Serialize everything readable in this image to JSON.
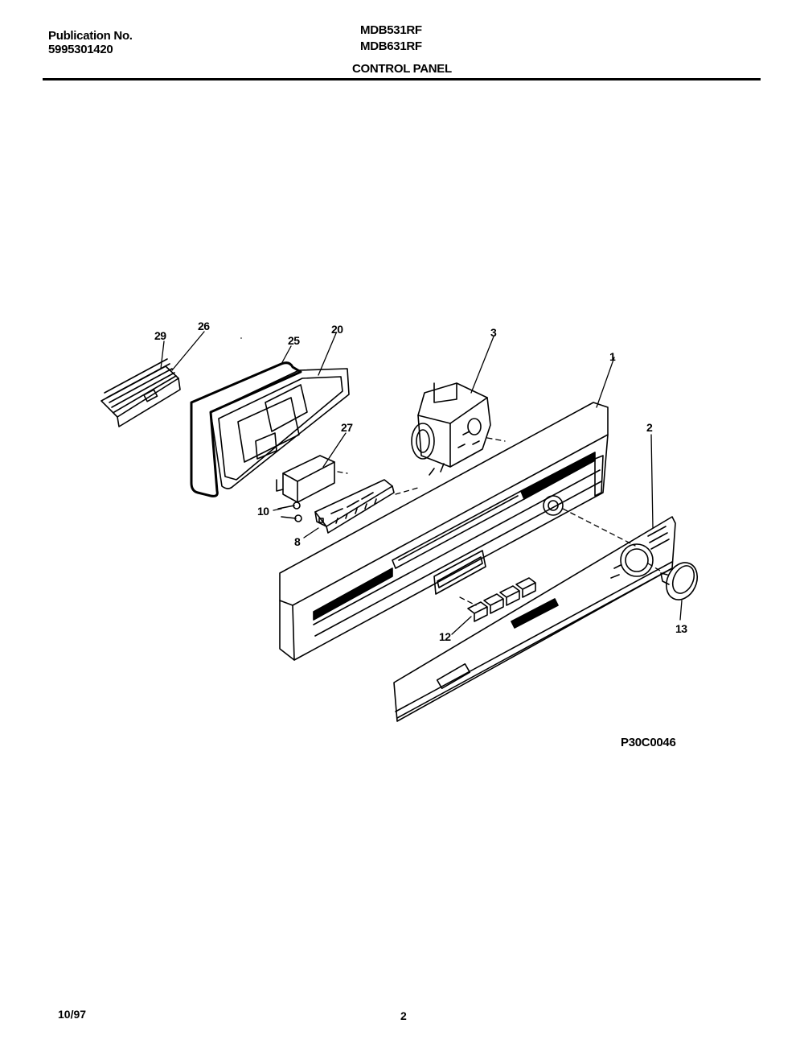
{
  "header": {
    "publication_label": "Publication No.",
    "publication_number": "5995301420",
    "models": [
      "MDB531RF",
      "MDB631RF"
    ],
    "section_title": "CONTROL PANEL"
  },
  "diagram": {
    "callouts": {
      "c29": "29",
      "c26": "26",
      "c25": "25",
      "c20": "20",
      "c27": "27",
      "c10": "10",
      "c8": "8",
      "c3": "3",
      "c1": "1",
      "c2": "2",
      "c13": "13",
      "c12": "12"
    },
    "figure_code": "P30C0046"
  },
  "footer": {
    "date": "10/97",
    "page": "2"
  }
}
